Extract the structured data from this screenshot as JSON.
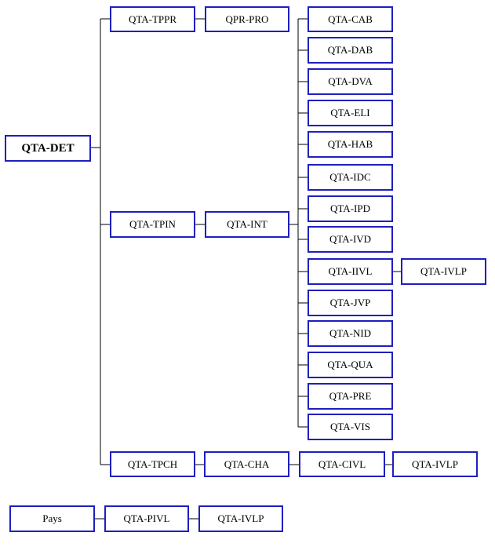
{
  "colors": {
    "box_border": "#1f1fbf",
    "connector": "#000000",
    "text": "#000000"
  },
  "tree": {
    "root": "QTA-DET",
    "branch_tppr": {
      "label": "QTA-TPPR",
      "child": "QPR-PRO"
    },
    "branch_tpin": {
      "label": "QTA-TPIN",
      "child": "QTA-INT",
      "leaves": [
        "QTA-CAB",
        "QTA-DAB",
        "QTA-DVA",
        "QTA-ELI",
        "QTA-HAB",
        "QTA-IDC",
        "QTA-IPD",
        "QTA-IVD",
        "QTA-IIVL",
        "QTA-JVP",
        "QTA-NID",
        "QTA-QUA",
        "QTA-PRE",
        "QTA-VIS"
      ],
      "iivl_child": "QTA-IVLP"
    },
    "branch_tpch": {
      "label": "QTA-TPCH",
      "child": "QTA-CHA",
      "grandchild": "QTA-CIVL",
      "great_grandchild": "QTA-IVLP"
    }
  },
  "bottom_chain": [
    "Pays",
    "QTA-PIVL",
    "QTA-IVLP"
  ]
}
